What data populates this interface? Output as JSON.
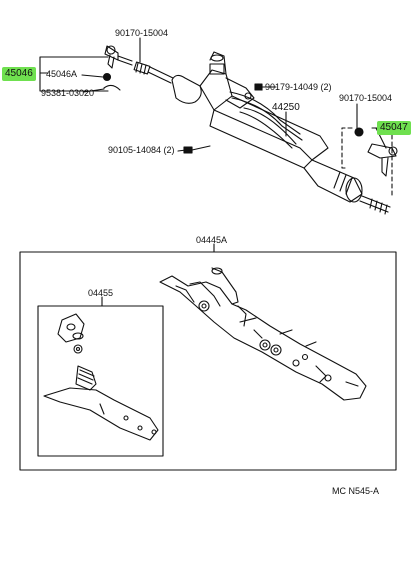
{
  "parts": {
    "p1": "90170-15004",
    "p2": "45046A",
    "p3": "95381-03020",
    "p4": "90179-14049 (2)",
    "p5": "44250",
    "p6": "90170-15004",
    "p7": "90105-14084 (2)",
    "p8": "04445A",
    "p9": "04455"
  },
  "highlighted": {
    "left": "45046",
    "right": "45047"
  },
  "highlight_color": "#6fe04f",
  "diagram_code": "MC  N545-A"
}
